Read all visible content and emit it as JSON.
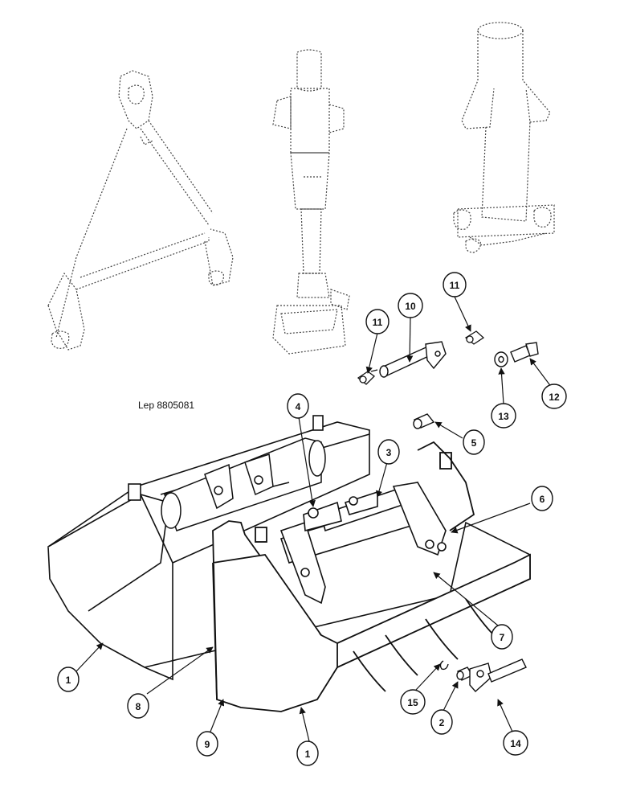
{
  "reference_code": "Lep 8805081",
  "callouts": [
    {
      "id": "c1a",
      "label": "1"
    },
    {
      "id": "c1b",
      "label": "1"
    },
    {
      "id": "c2",
      "label": "2"
    },
    {
      "id": "c3",
      "label": "3"
    },
    {
      "id": "c4",
      "label": "4"
    },
    {
      "id": "c5",
      "label": "5"
    },
    {
      "id": "c6",
      "label": "6"
    },
    {
      "id": "c7",
      "label": "7"
    },
    {
      "id": "c8",
      "label": "8"
    },
    {
      "id": "c9",
      "label": "9"
    },
    {
      "id": "c10",
      "label": "10"
    },
    {
      "id": "c11a",
      "label": "11"
    },
    {
      "id": "c11b",
      "label": "11"
    },
    {
      "id": "c12",
      "label": "12"
    },
    {
      "id": "c13",
      "label": "13"
    },
    {
      "id": "c14",
      "label": "14"
    },
    {
      "id": "c15",
      "label": "15"
    }
  ]
}
